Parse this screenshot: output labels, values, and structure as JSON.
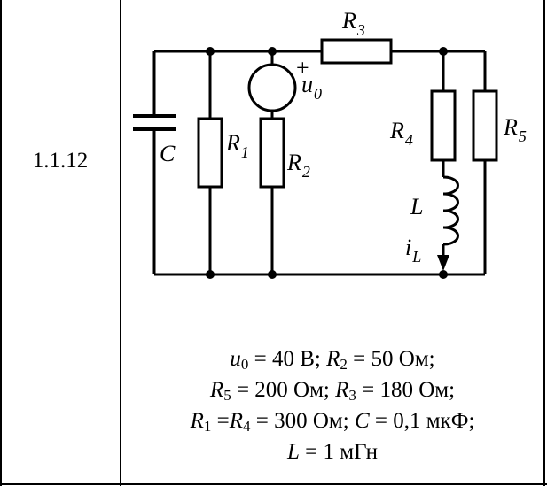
{
  "problem_number": "1.1.12",
  "circuit": {
    "labels": {
      "C": "C",
      "R1": {
        "main": "R",
        "sub": "1"
      },
      "R2": {
        "main": "R",
        "sub": "2"
      },
      "R3": {
        "main": "R",
        "sub": "3"
      },
      "R4": {
        "main": "R",
        "sub": "4"
      },
      "R5": {
        "main": "R",
        "sub": "5"
      },
      "L": "L",
      "u0": {
        "main": "u",
        "sub": "0"
      },
      "iL": {
        "main": "i",
        "sub": "L"
      },
      "plus": "+"
    }
  },
  "params": {
    "line1": {
      "u": "u",
      "u_sub": "0",
      "u_val": " = 40 В; ",
      "r": "R",
      "r_sub": "2",
      "r_val": " = 50 Ом;"
    },
    "line2": {
      "r5": "R",
      "r5_sub": "5",
      "r5_val": " = 200 Ом; ",
      "r3": "R",
      "r3_sub": "3",
      "r3_val": " = 180 Ом;"
    },
    "line3": {
      "r1": "R",
      "r1_sub": "1",
      "eq": " =",
      "r4": "R",
      "r4_sub": "4",
      "r4_val": " = 300 Ом; ",
      "c": "C",
      "c_val": " = 0,1 мкФ;"
    },
    "line4": {
      "l": "L",
      "l_val": " = 1 мГн"
    }
  }
}
